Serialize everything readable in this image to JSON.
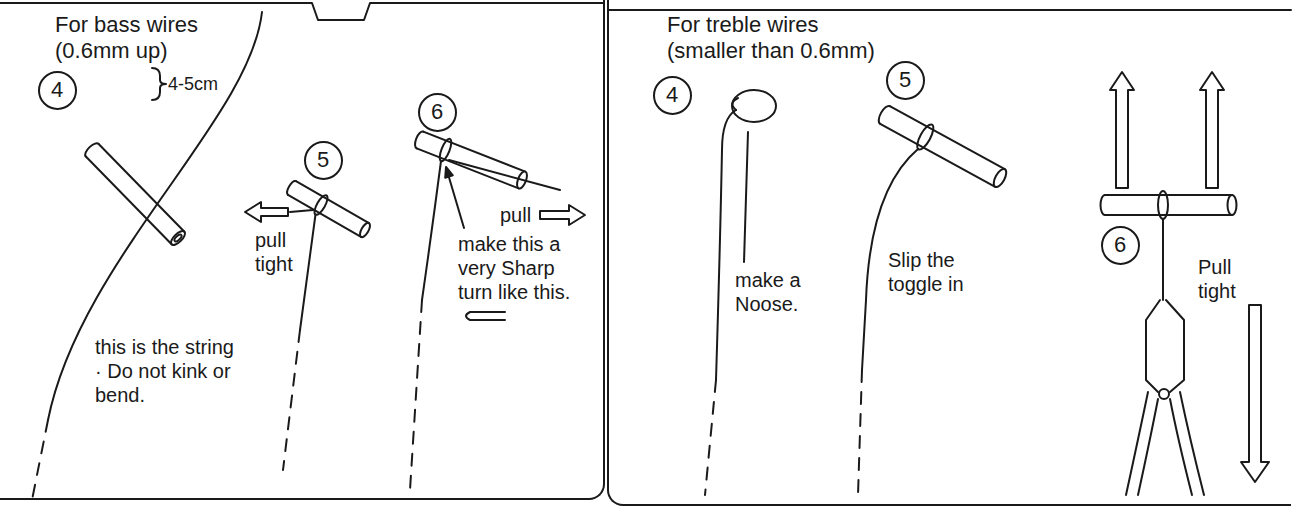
{
  "diagram": {
    "nodes": [
      {
        "text": [
          "For bass wires (0.6mm up)"
        ]
      },
      {
        "text": [
          "4"
        ],
        "in": 0
      },
      {
        "text": [
          "5"
        ],
        "in": 0
      },
      {
        "text": [
          "6"
        ],
        "in": 0
      },
      {
        "text": [
          "For treble wires (smaller than 0.6mm)"
        ]
      },
      {
        "text": [
          "4"
        ],
        "in": 4
      },
      {
        "text": [
          "5"
        ],
        "in": 4
      },
      {
        "text": [
          "6"
        ],
        "in": 4
      }
    ],
    "labels": [
      "4-5cm",
      "this is the string · Do not kink or bend.",
      "pull tight",
      "pull",
      "make this a very Sharp turn like this.",
      "make a Noose.",
      "Slip the toggle in",
      "Pull tight"
    ]
  }
}
